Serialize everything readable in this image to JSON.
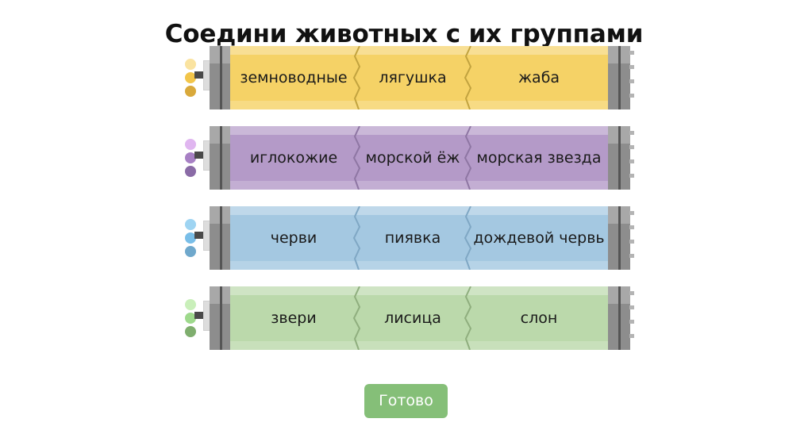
{
  "page": {
    "title": "Соедини животных с их группами",
    "background": "#ffffff",
    "text_color": "#1a1a1a"
  },
  "rows": [
    {
      "id": "amphibians",
      "bar_color": "#F5D266",
      "zig_color": "#C2A33F",
      "dot_colors": [
        "#FAE3A0",
        "#F2C54A",
        "#D9A93B"
      ],
      "segments": [
        "земноводные",
        "лягушка",
        "жаба"
      ]
    },
    {
      "id": "echinoderms",
      "bar_color": "#B49AC8",
      "zig_color": "#8E76A3",
      "dot_colors": [
        "#E0B6F0",
        "#A780C4",
        "#8A6BA6"
      ],
      "segments": [
        "иглокожие",
        "морской ёж",
        "морская звезда"
      ]
    },
    {
      "id": "worms",
      "bar_color": "#A4C8E1",
      "zig_color": "#7FA7C4",
      "dot_colors": [
        "#9ED4F2",
        "#79BEE8",
        "#6FA8CC"
      ],
      "segments": [
        "черви",
        "пиявка",
        "дождевой червь"
      ]
    },
    {
      "id": "mammals",
      "bar_color": "#BBD9AB",
      "zig_color": "#8FAE7E",
      "dot_colors": [
        "#C9EFBA",
        "#9ED98C",
        "#7FAE6E"
      ],
      "segments": [
        "звери",
        "лисица",
        "слон"
      ]
    }
  ],
  "footer": {
    "done_label": "Готово",
    "done_color": "#85bf78",
    "done_text_color": "#ffffff"
  },
  "icons": {
    "plug": "plug-connector-icon",
    "cap": "cable-end-cap-icon",
    "zigzag": "zigzag-separator-icon"
  }
}
